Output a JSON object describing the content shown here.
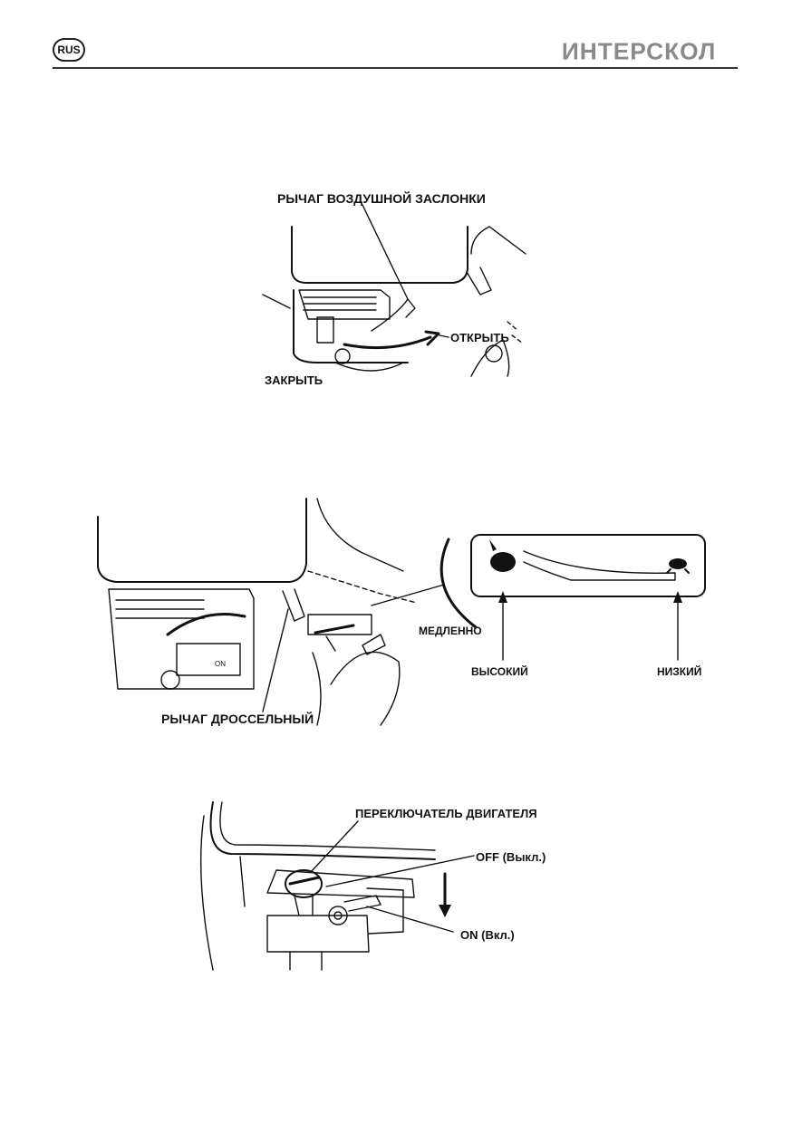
{
  "header": {
    "language_badge": "RUS",
    "brand": "ИНТЕРСКОЛ"
  },
  "figure_choke": {
    "lever_label": "РЫЧАГ ВОЗДУШНОЙ ЗАСЛОНКИ",
    "open_label": "ОТКРЫТЬ",
    "close_label": "ЗАКРЫТЬ"
  },
  "figure_throttle": {
    "slow_label": "МЕДЛЕННО",
    "high_label": "ВЫСОКИЙ",
    "low_label": "НИЗКИЙ",
    "lever_label": "РЫЧАГ ДРОССЕЛЬНЫЙ",
    "small_on": "ON"
  },
  "figure_switch": {
    "switch_label": "ПЕРЕКЛЮЧАТЕЛЬ ДВИГАТЕЛЯ",
    "off_label": "OFF (Выкл.)",
    "on_label": "ON (Вкл.)"
  }
}
